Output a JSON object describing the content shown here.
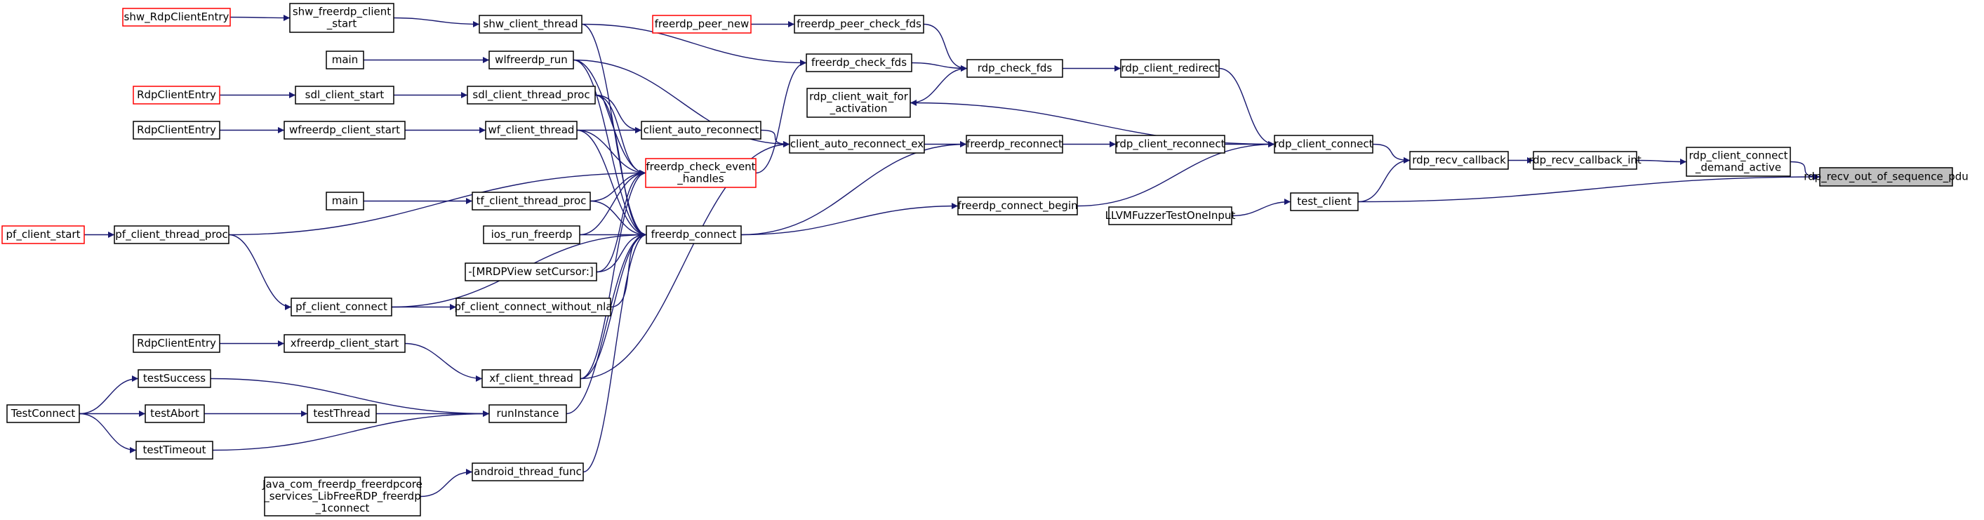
{
  "diagram": {
    "nodes": [
      {
        "id": "focus",
        "lines": [
          "rdp_recv_out_of_sequence_pdu"
        ],
        "style": "focus"
      },
      {
        "id": "demand",
        "lines": [
          "rdp_client_connect",
          "_demand_active"
        ],
        "style": "normal"
      },
      {
        "id": "rcbi",
        "lines": [
          "rdp_recv_callback_int"
        ],
        "style": "normal"
      },
      {
        "id": "rcb",
        "lines": [
          "rdp_recv_callback"
        ],
        "style": "normal"
      },
      {
        "id": "rcc",
        "lines": [
          "rdp_client_connect"
        ],
        "style": "normal"
      },
      {
        "id": "testclient",
        "lines": [
          "test_client"
        ],
        "style": "normal"
      },
      {
        "id": "llvm",
        "lines": [
          "LLVMFuzzerTestOneInput"
        ],
        "style": "normal"
      },
      {
        "id": "redirect",
        "lines": [
          "rdp_client_redirect"
        ],
        "style": "normal"
      },
      {
        "id": "reconnect",
        "lines": [
          "rdp_client_reconnect"
        ],
        "style": "normal"
      },
      {
        "id": "fbegin",
        "lines": [
          "freerdp_connect_begin"
        ],
        "style": "normal"
      },
      {
        "id": "checkfds",
        "lines": [
          "rdp_check_fds"
        ],
        "style": "normal"
      },
      {
        "id": "waitact",
        "lines": [
          "rdp_client_wait_for",
          "_activation"
        ],
        "style": "normal"
      },
      {
        "id": "freconnect",
        "lines": [
          "freerdp_reconnect"
        ],
        "style": "normal"
      },
      {
        "id": "fcheckfds",
        "lines": [
          "freerdp_check_fds"
        ],
        "style": "normal"
      },
      {
        "id": "peercheck",
        "lines": [
          "freerdp_peer_check_fds"
        ],
        "style": "normal"
      },
      {
        "id": "peernew",
        "lines": [
          "freerdp_peer_new"
        ],
        "style": "red"
      },
      {
        "id": "carex",
        "lines": [
          "client_auto_reconnect_ex"
        ],
        "style": "normal"
      },
      {
        "id": "car",
        "lines": [
          "client_auto_reconnect"
        ],
        "style": "normal"
      },
      {
        "id": "fcheh",
        "lines": [
          "freerdp_check_event",
          "_handles"
        ],
        "style": "red"
      },
      {
        "id": "fconnect",
        "lines": [
          "freerdp_connect"
        ],
        "style": "normal"
      },
      {
        "id": "shwthread",
        "lines": [
          "shw_client_thread"
        ],
        "style": "normal"
      },
      {
        "id": "shwstart",
        "lines": [
          "shw_freerdp_client",
          "_start"
        ],
        "style": "normal"
      },
      {
        "id": "shwentry",
        "lines": [
          "shw_RdpClientEntry"
        ],
        "style": "red"
      },
      {
        "id": "wlrun",
        "lines": [
          "wlfreerdp_run"
        ],
        "style": "normal"
      },
      {
        "id": "main1",
        "lines": [
          "main"
        ],
        "style": "normal"
      },
      {
        "id": "sdlproc",
        "lines": [
          "sdl_client_thread_proc"
        ],
        "style": "normal"
      },
      {
        "id": "sdlstart",
        "lines": [
          "sdl_client_start"
        ],
        "style": "normal"
      },
      {
        "id": "sdlentry",
        "lines": [
          "RdpClientEntry"
        ],
        "style": "red"
      },
      {
        "id": "wfthread",
        "lines": [
          "wf_client_thread"
        ],
        "style": "normal"
      },
      {
        "id": "wfstart",
        "lines": [
          "wfreerdp_client_start"
        ],
        "style": "normal"
      },
      {
        "id": "wfentry",
        "lines": [
          "RdpClientEntry"
        ],
        "style": "normal"
      },
      {
        "id": "tfproc",
        "lines": [
          "tf_client_thread_proc"
        ],
        "style": "normal"
      },
      {
        "id": "main2",
        "lines": [
          "main"
        ],
        "style": "normal"
      },
      {
        "id": "ios",
        "lines": [
          "ios_run_freerdp"
        ],
        "style": "normal"
      },
      {
        "id": "mrdp",
        "lines": [
          "-[MRDPView setCursor:]"
        ],
        "style": "normal"
      },
      {
        "id": "pfnonla",
        "lines": [
          "pf_client_connect_without_nla"
        ],
        "style": "normal"
      },
      {
        "id": "pfconnect",
        "lines": [
          "pf_client_connect"
        ],
        "style": "normal"
      },
      {
        "id": "pfproc",
        "lines": [
          "pf_client_thread_proc"
        ],
        "style": "normal"
      },
      {
        "id": "pfstart",
        "lines": [
          "pf_client_start"
        ],
        "style": "red"
      },
      {
        "id": "xfthread",
        "lines": [
          "xf_client_thread"
        ],
        "style": "normal"
      },
      {
        "id": "xfstart",
        "lines": [
          "xfreerdp_client_start"
        ],
        "style": "normal"
      },
      {
        "id": "xfentry",
        "lines": [
          "RdpClientEntry"
        ],
        "style": "normal"
      },
      {
        "id": "runinst",
        "lines": [
          "runInstance"
        ],
        "style": "normal"
      },
      {
        "id": "testthread",
        "lines": [
          "testThread"
        ],
        "style": "normal"
      },
      {
        "id": "testsuccess",
        "lines": [
          "testSuccess"
        ],
        "style": "normal"
      },
      {
        "id": "testabort",
        "lines": [
          "testAbort"
        ],
        "style": "normal"
      },
      {
        "id": "testtimeout",
        "lines": [
          "testTimeout"
        ],
        "style": "normal"
      },
      {
        "id": "testconnect",
        "lines": [
          "TestConnect"
        ],
        "style": "normal"
      },
      {
        "id": "android",
        "lines": [
          "android_thread_func"
        ],
        "style": "normal"
      },
      {
        "id": "java",
        "lines": [
          "Java_com_freerdp_freerdpcore",
          "_services_LibFreeRDP_freerdp",
          "_1connect"
        ],
        "style": "normal"
      }
    ],
    "edges": [
      {
        "from": "demand",
        "to": "focus"
      },
      {
        "from": "testclient",
        "to": "focus"
      },
      {
        "from": "rcbi",
        "to": "demand"
      },
      {
        "from": "rcb",
        "to": "rcbi"
      },
      {
        "from": "rcc",
        "to": "rcb"
      },
      {
        "from": "testclient",
        "to": "rcb"
      },
      {
        "from": "llvm",
        "to": "testclient"
      },
      {
        "from": "redirect",
        "to": "rcc"
      },
      {
        "from": "reconnect",
        "to": "rcc"
      },
      {
        "from": "fbegin",
        "to": "rcc"
      },
      {
        "from": "checkfds",
        "to": "redirect"
      },
      {
        "from": "rcc",
        "to": "waitact"
      },
      {
        "from": "freconnect",
        "to": "reconnect"
      },
      {
        "from": "fconnect",
        "to": "fbegin"
      },
      {
        "from": "waitact",
        "to": "checkfds"
      },
      {
        "from": "fcheckfds",
        "to": "checkfds"
      },
      {
        "from": "peercheck",
        "to": "checkfds"
      },
      {
        "from": "peernew",
        "to": "peercheck"
      },
      {
        "from": "carex",
        "to": "freconnect"
      },
      {
        "from": "fconnect",
        "to": "freconnect"
      },
      {
        "from": "fcheh",
        "to": "fcheckfds"
      },
      {
        "from": "shwthread",
        "to": "fcheckfds"
      },
      {
        "from": "car",
        "to": "carex"
      },
      {
        "from": "wlrun",
        "to": "carex"
      },
      {
        "from": "xfthread",
        "to": "carex"
      },
      {
        "from": "sdlproc",
        "to": "car"
      },
      {
        "from": "wfthread",
        "to": "car"
      },
      {
        "from": "shwthread",
        "to": "fconnect"
      },
      {
        "from": "wlrun",
        "to": "fconnect"
      },
      {
        "from": "sdlproc",
        "to": "fconnect"
      },
      {
        "from": "wfthread",
        "to": "fconnect"
      },
      {
        "from": "tfproc",
        "to": "fconnect"
      },
      {
        "from": "ios",
        "to": "fconnect"
      },
      {
        "from": "mrdp",
        "to": "fconnect"
      },
      {
        "from": "pfnonla",
        "to": "fconnect"
      },
      {
        "from": "pfconnect",
        "to": "fconnect"
      },
      {
        "from": "xfthread",
        "to": "fconnect"
      },
      {
        "from": "runinst",
        "to": "fconnect"
      },
      {
        "from": "android",
        "to": "fconnect"
      },
      {
        "from": "wlrun",
        "to": "fcheh"
      },
      {
        "from": "sdlproc",
        "to": "fcheh"
      },
      {
        "from": "wfthread",
        "to": "fcheh"
      },
      {
        "from": "tfproc",
        "to": "fcheh"
      },
      {
        "from": "ios",
        "to": "fcheh"
      },
      {
        "from": "mrdp",
        "to": "fcheh"
      },
      {
        "from": "pfproc",
        "to": "fcheh"
      },
      {
        "from": "xfthread",
        "to": "fcheh"
      },
      {
        "from": "shwstart",
        "to": "shwthread"
      },
      {
        "from": "shwentry",
        "to": "shwstart"
      },
      {
        "from": "main1",
        "to": "wlrun"
      },
      {
        "from": "sdlstart",
        "to": "sdlproc"
      },
      {
        "from": "sdlentry",
        "to": "sdlstart"
      },
      {
        "from": "wfstart",
        "to": "wfthread"
      },
      {
        "from": "wfentry",
        "to": "wfstart"
      },
      {
        "from": "main2",
        "to": "tfproc"
      },
      {
        "from": "pfconnect",
        "to": "pfnonla"
      },
      {
        "from": "pfproc",
        "to": "pfconnect"
      },
      {
        "from": "pfstart",
        "to": "pfproc"
      },
      {
        "from": "xfstart",
        "to": "xfthread"
      },
      {
        "from": "xfentry",
        "to": "xfstart"
      },
      {
        "from": "testthread",
        "to": "runinst"
      },
      {
        "from": "testsuccess",
        "to": "runinst"
      },
      {
        "from": "testtimeout",
        "to": "runinst"
      },
      {
        "from": "testabort",
        "to": "testthread"
      },
      {
        "from": "testconnect",
        "to": "testsuccess"
      },
      {
        "from": "testconnect",
        "to": "testabort"
      },
      {
        "from": "testconnect",
        "to": "testtimeout"
      },
      {
        "from": "java",
        "to": "android"
      }
    ]
  }
}
